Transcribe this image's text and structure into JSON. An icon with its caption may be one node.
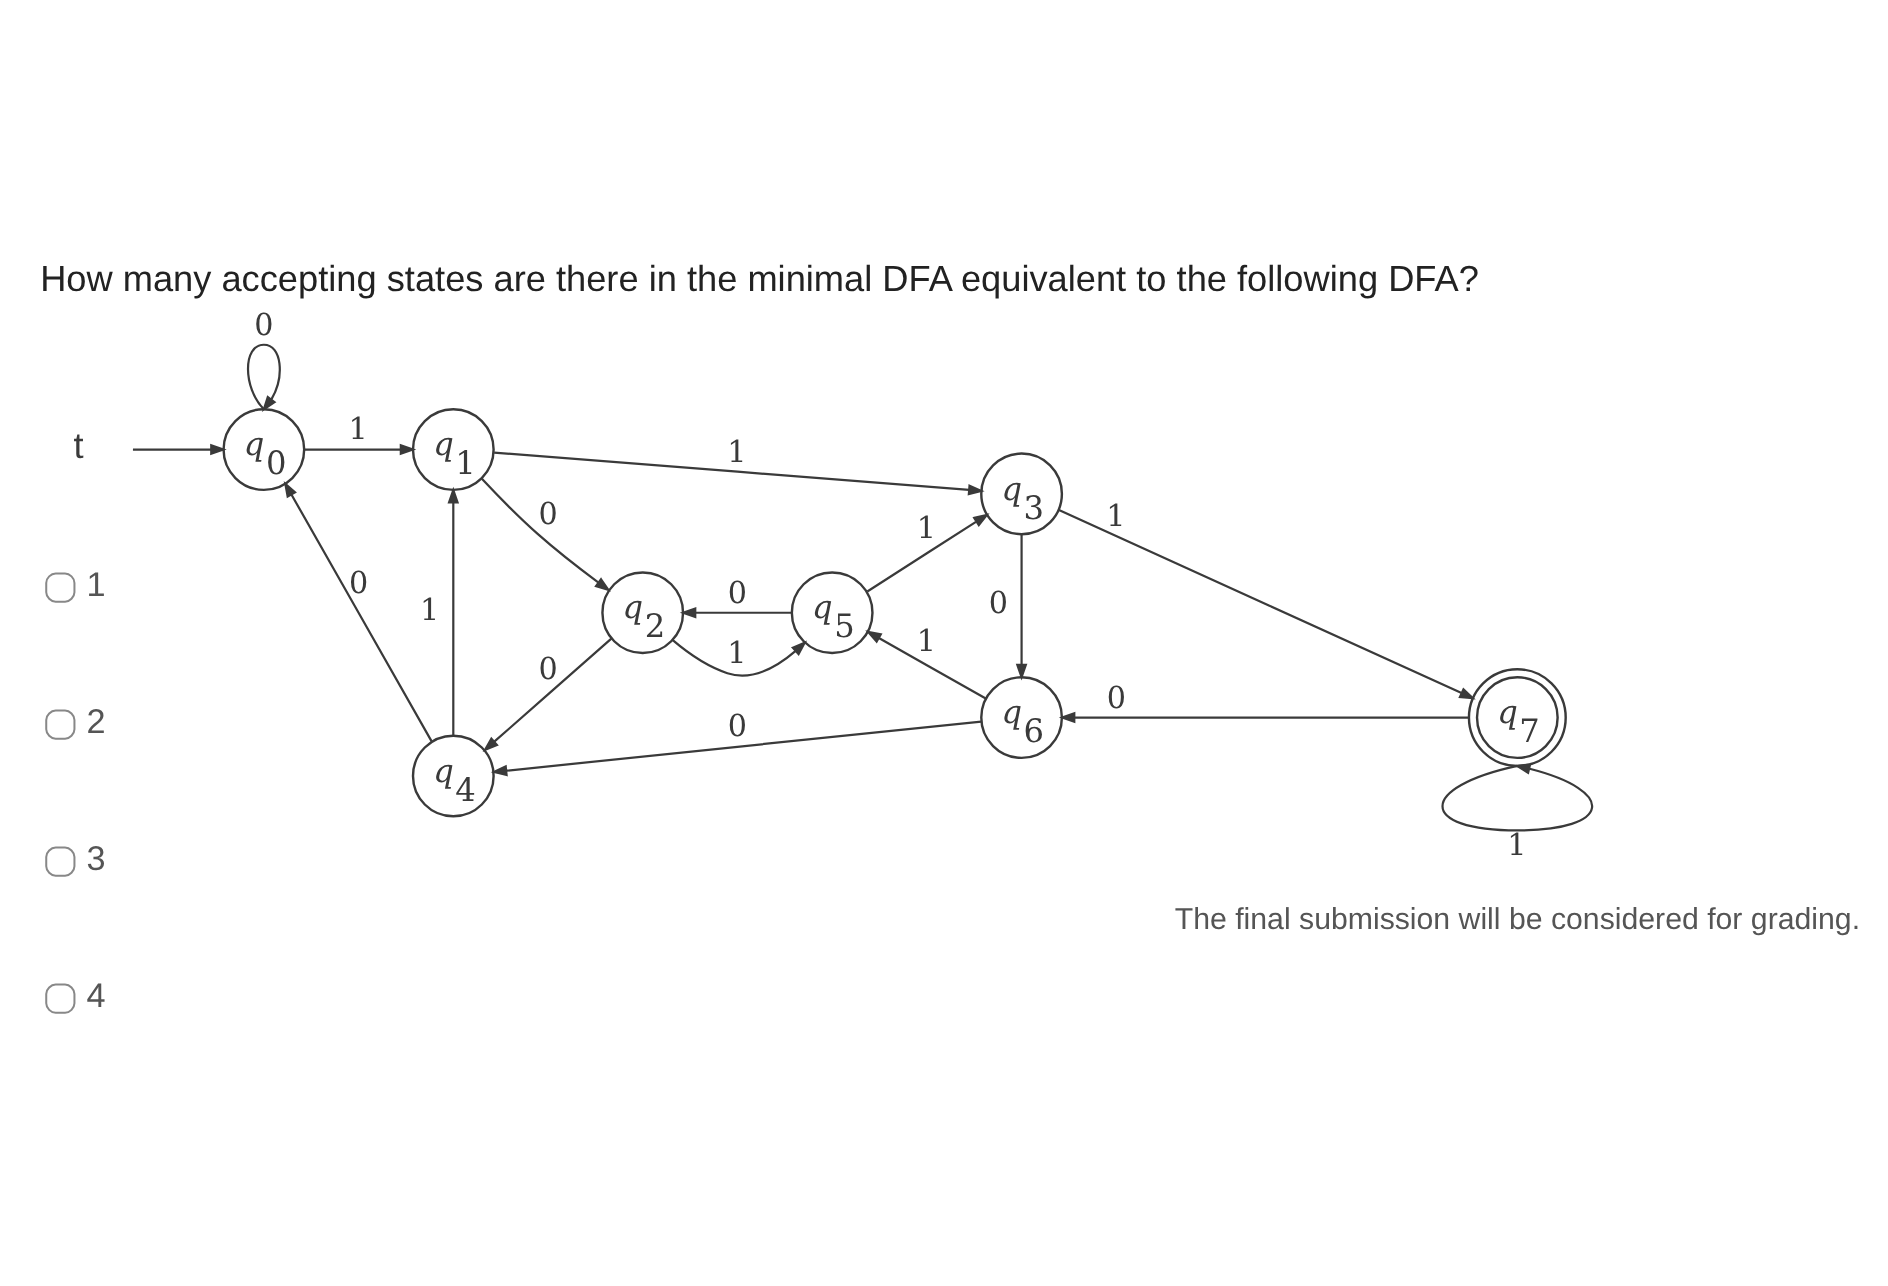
{
  "diagram": {
    "title": "How many accepting states are there in the minimal DFA equivalent to the following DFA?",
    "nodes": [
      {
        "text": [
          "t"
        ]
      },
      {
        "text": [
          "*q*$_{0}$"
        ]
      },
      {
        "text": [
          "*q*$_{1}$"
        ]
      },
      {
        "text": [
          "*q*$_{2}$"
        ]
      },
      {
        "text": [
          "*q*$_{3}$"
        ]
      },
      {
        "text": [
          "*q*$_{4}$"
        ]
      },
      {
        "text": [
          "*q*$_{5}$"
        ]
      },
      {
        "text": [
          "*q*$_{6}$"
        ]
      },
      {
        "text": [
          "*q*$_{7}$"
        ]
      }
    ],
    "edges": [
      {
        "from": 0,
        "to": 1,
        "arrow": "to"
      },
      {
        "from": 1,
        "to": 1,
        "label": "0",
        "arrow": "to"
      },
      {
        "from": 1,
        "to": 2,
        "label": "1",
        "arrow": "to"
      },
      {
        "from": 2,
        "to": 4,
        "label": "1",
        "arrow": "to"
      },
      {
        "from": 2,
        "to": 3,
        "label": "0",
        "arrow": "to"
      },
      {
        "from": 3,
        "to": 6,
        "label": "1",
        "arrow": "to"
      },
      {
        "from": 6,
        "to": 3,
        "label": "0",
        "arrow": "to"
      },
      {
        "from": 6,
        "to": 4,
        "label": "1",
        "arrow": "to"
      },
      {
        "from": 3,
        "to": 5,
        "label": "0",
        "arrow": "to"
      },
      {
        "from": 5,
        "to": 2,
        "label": "1",
        "arrow": "to"
      },
      {
        "from": 5,
        "to": 1,
        "label": "0",
        "arrow": "to"
      },
      {
        "from": 4,
        "to": 7,
        "label": "0",
        "arrow": "to"
      },
      {
        "from": 4,
        "to": 8,
        "label": "1",
        "arrow": "to"
      },
      {
        "from": 7,
        "to": 6,
        "label": "1",
        "arrow": "to"
      },
      {
        "from": 7,
        "to": 5,
        "label": "0",
        "arrow": "to"
      },
      {
        "from": 8,
        "to": 7,
        "label": "0",
        "arrow": "to"
      },
      {
        "from": 8,
        "to": 8,
        "label": "1",
        "arrow": "to"
      }
    ],
    "labels": [
      "1",
      "2",
      "3",
      "4",
      "The final submission will be considered for grading."
    ]
  }
}
